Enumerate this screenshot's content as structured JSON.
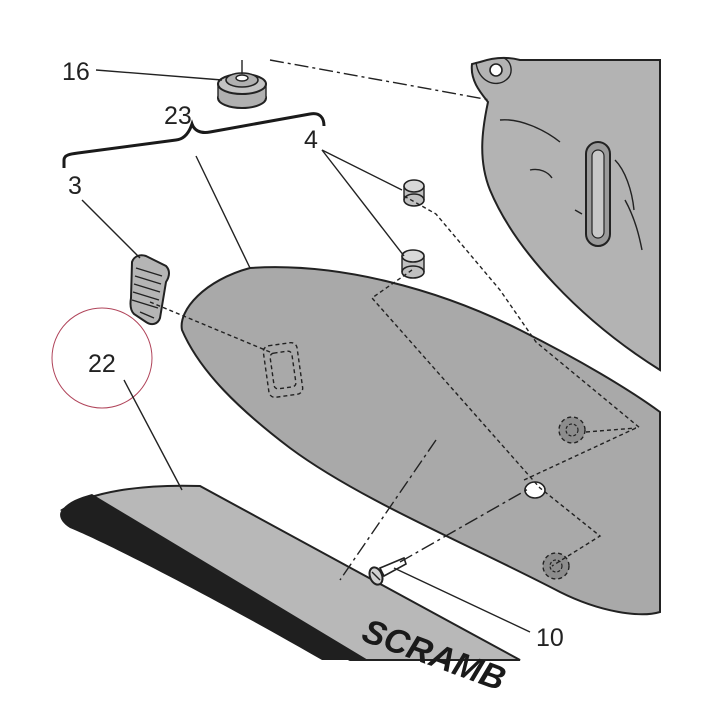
{
  "diagram": {
    "callouts": {
      "c16": "16",
      "c23": "23",
      "c4": "4",
      "c3": "3",
      "c22": "22",
      "c10": "10"
    },
    "brand_text": "SCRAMB",
    "colors": {
      "panel_fill": "#a9a9a9",
      "tank_fill": "#b3b3b3",
      "line": "#222222",
      "highlight_circle": "#b0445a",
      "stripe_dark": "#1f1f1f"
    }
  }
}
